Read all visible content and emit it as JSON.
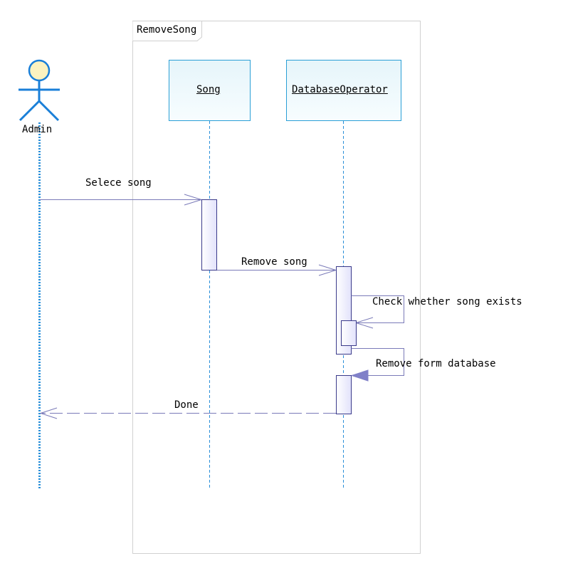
{
  "frame": {
    "title": "RemoveSong"
  },
  "actor": {
    "name": "Admin"
  },
  "lifelines": [
    {
      "id": "song",
      "label": "Song"
    },
    {
      "id": "db",
      "label": "DatabaseOperator"
    }
  ],
  "messages": [
    {
      "label": "Selece song"
    },
    {
      "label": "Remove song"
    },
    {
      "label": "Check whether song exists"
    },
    {
      "label": "Remove form database"
    },
    {
      "label": "Done"
    }
  ],
  "colors": {
    "frame_border": "#d0d0d0",
    "box_border": "#2a9fd6",
    "box_fill_top": "#e6f5fa",
    "box_fill_bottom": "#f7fdff",
    "actor": "#1a7fd8",
    "lifeline": "#2a8fd8",
    "message": "#7a7ab8",
    "activation_border": "#3a3a8a",
    "activation_fill": "#ececff",
    "filled_arrow": "#8080c8"
  }
}
